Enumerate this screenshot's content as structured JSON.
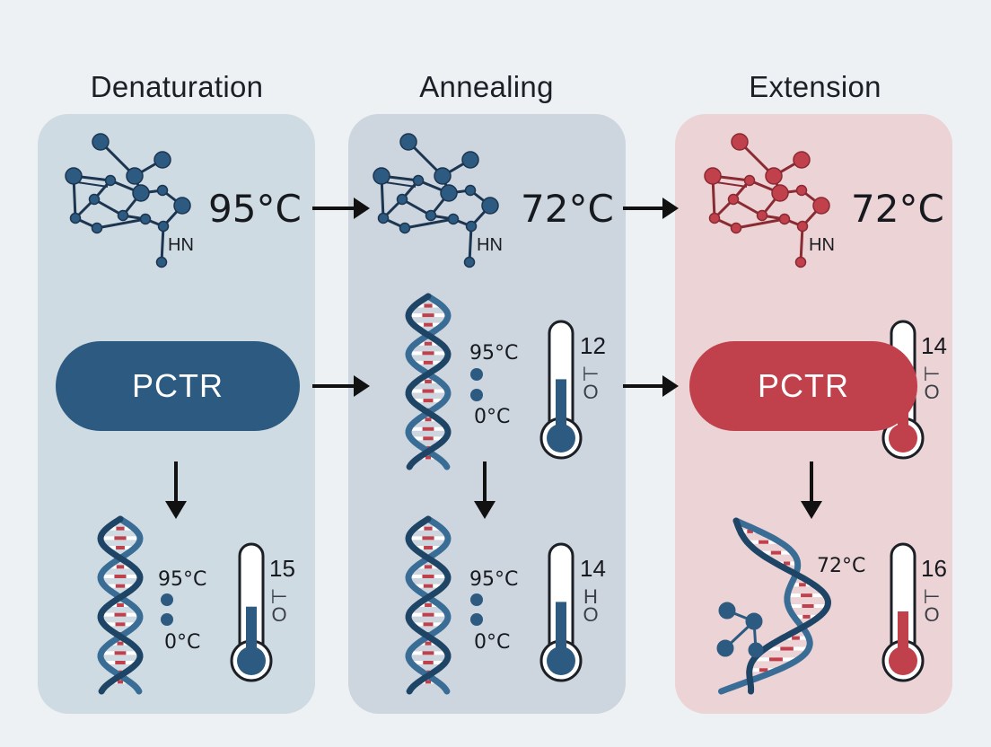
{
  "colors": {
    "background": "#eef1f3",
    "panel_blue": "#cfdbe2",
    "panel_grey": "#cdd5de",
    "panel_red": "#ecd3d5",
    "blue": "#2c5a80",
    "red": "#c0404b",
    "dark": "#16191e"
  },
  "columns": [
    {
      "heading": "Denaturation",
      "top_temp": "95°C",
      "hn": "HN",
      "pill": "PCTR",
      "bottom": {
        "t_high": "95°C",
        "t_low": "0°C",
        "therm_num": "15",
        "therm_g1": "⊢",
        "therm_g2": "O"
      }
    },
    {
      "heading": "Annealing",
      "top_temp": "72°C",
      "hn": "HN",
      "middle": {
        "t_high": "95°C",
        "t_low": "0°C",
        "therm_num": "12",
        "therm_g1": "⊢",
        "therm_g2": "O"
      },
      "bottom": {
        "t_high": "95°C",
        "t_low": "0°C",
        "therm_num": "14",
        "therm_g1": "H",
        "therm_g2": "O"
      }
    },
    {
      "heading": "Extension",
      "top_temp": "72°C",
      "hn": "HN",
      "pill": "PCTR",
      "middle": {
        "therm_num": "14",
        "therm_g1": "⊢",
        "therm_g2": "O"
      },
      "bottom": {
        "temp": "72°C",
        "therm_num": "16",
        "therm_g1": "⊢",
        "therm_g2": "O"
      }
    }
  ],
  "icons": [
    "molecule-icon",
    "dna-helix-icon",
    "thermometer-icon",
    "arrow-right-icon",
    "arrow-down-icon"
  ]
}
